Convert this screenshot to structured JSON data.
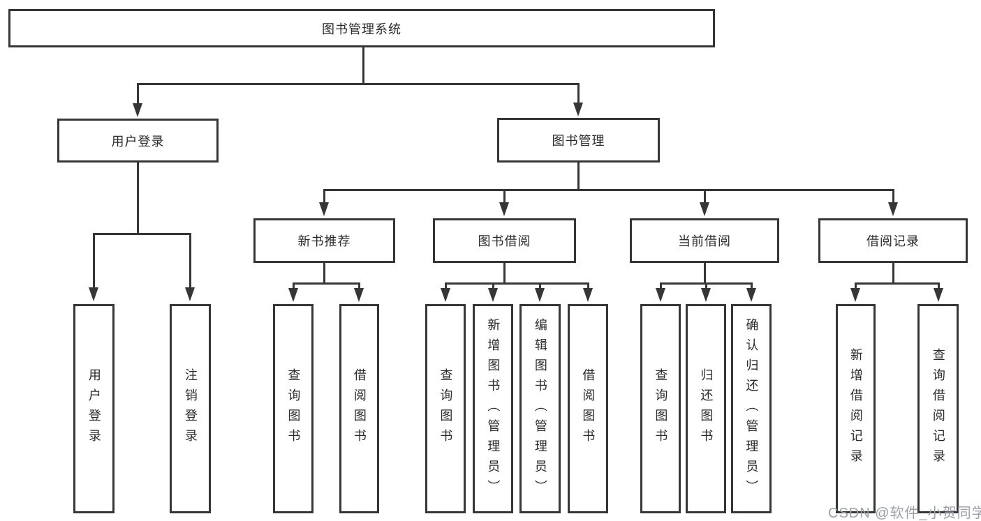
{
  "diagram": {
    "root": "图书管理系统",
    "level2": [
      "用户登录",
      "图书管理"
    ],
    "level3": [
      "新书推荐",
      "图书借阅",
      "当前借阅",
      "借阅记录"
    ],
    "leaves": {
      "login": [
        "用户登录",
        "注销登录"
      ],
      "recommend": [
        "查询图书",
        "借阅图书"
      ],
      "borrow": [
        "查询图书",
        "新增图书（管理员）",
        "编辑图书（管理员）",
        "借阅图书"
      ],
      "current": [
        "查询图书",
        "归还图书",
        "确认归还（管理员）"
      ],
      "records": [
        "新增借阅记录",
        "查询借阅记录"
      ]
    },
    "colors": {
      "line": "#363636",
      "text": "#2b2b2b",
      "background": "#ffffff",
      "watermark": "#9aa0a8"
    }
  },
  "watermark": {
    "text": "CSDN @软件_小贺同学"
  }
}
